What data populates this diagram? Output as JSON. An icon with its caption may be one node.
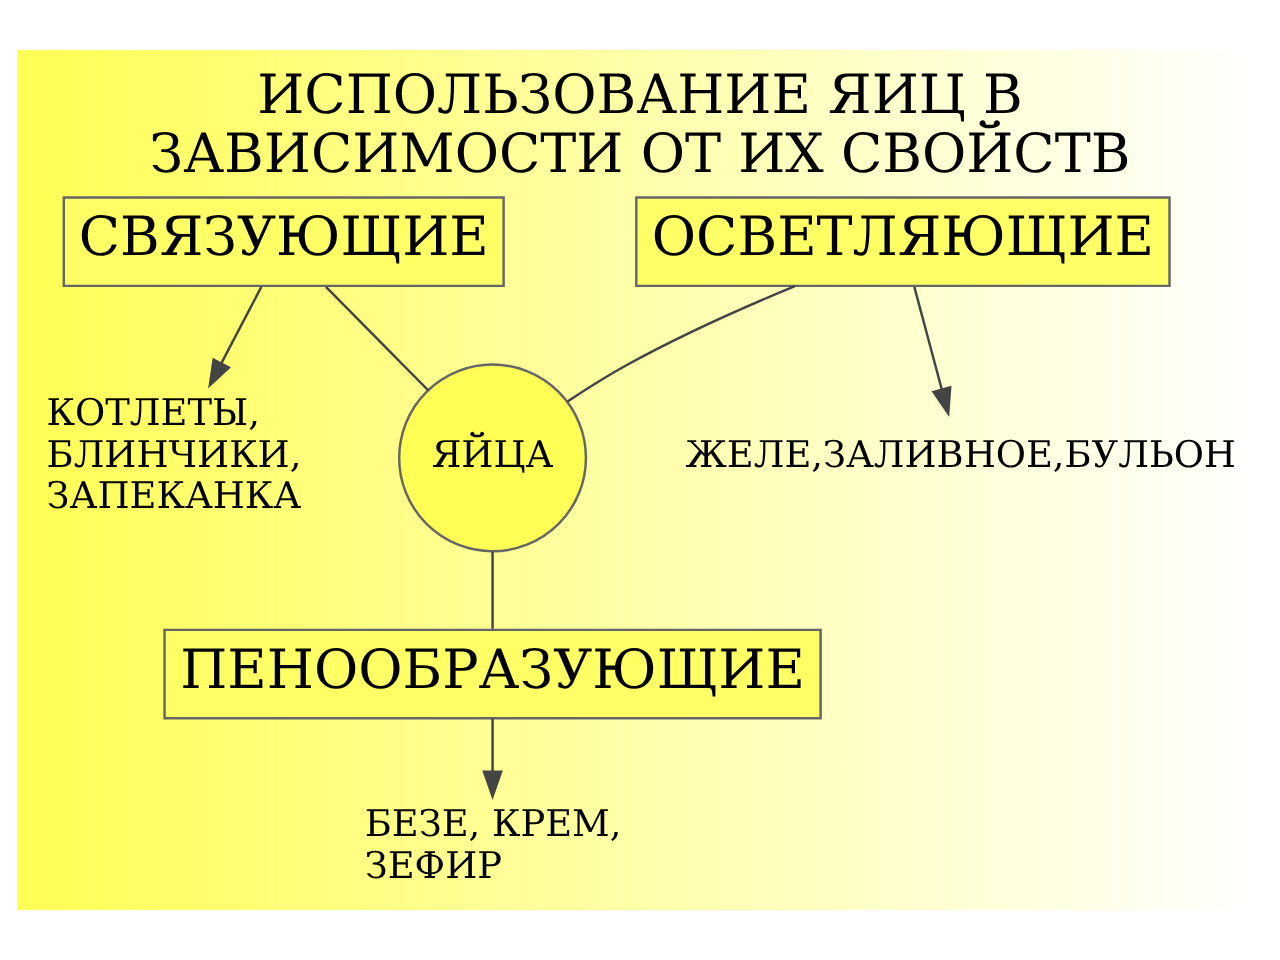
{
  "diagram": {
    "title": "ИСПОЛЬЗОВАНИЕ ЯИЦ В ЗАВИСИМОСТИ ОТ ИХ СВОЙСТВ",
    "nodes": [
      {
        "text": [
          "СВЯЗУЮЩИЕ"
        ]
      },
      {
        "text": [
          "ОСВЕТЛЯЮЩИЕ"
        ]
      },
      {
        "text": [
          "КОТЛЕТЫ, БЛИНЧИКИ, ЗАПЕКАНКА"
        ]
      },
      {
        "text": [
          "ЯЙЦА"
        ]
      },
      {
        "text": [
          "ЖЕЛЕ,ЗАЛИВНОЕ,БУЛЬОН"
        ]
      },
      {
        "text": [
          "ПЕНООБРАЗУЮЩИЕ"
        ]
      },
      {
        "text": [
          "БЕЗЕ, КРЕМ, ЗЕФИР"
        ]
      }
    ],
    "edges": [
      {
        "from": 0,
        "to": 3,
        "arrow": "none"
      },
      {
        "from": 1,
        "to": 3,
        "arrow": "none"
      },
      {
        "from": 0,
        "to": 2,
        "arrow": "to"
      },
      {
        "from": 1,
        "to": 4,
        "arrow": "to"
      },
      {
        "from": 3,
        "to": 5,
        "arrow": "none"
      },
      {
        "from": 5,
        "to": 6,
        "arrow": "to"
      }
    ]
  }
}
